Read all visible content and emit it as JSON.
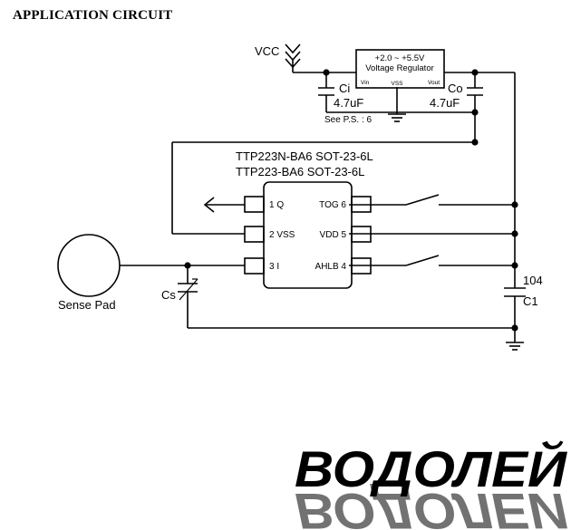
{
  "heading": "APPLICATION CIRCUIT",
  "vcc_label": "VCC",
  "regulator": {
    "range": "+2.0 ~ +5.5V",
    "name": "Voltage Regulator",
    "vin": "Vin",
    "vout": "Vout",
    "vss": "VSS"
  },
  "ci": {
    "name": "Ci",
    "value": "4.7uF"
  },
  "co": {
    "name": "Co",
    "value": "4.7uF"
  },
  "ps_note": "See P.S. : 6",
  "chip": {
    "title_line1": "TTP223N-BA6 SOT-23-6L",
    "title_line2": "TTP223-BA6 SOT-23-6L",
    "pins": [
      "1 Q",
      "2 VSS",
      "3 I",
      "TOG 6",
      "VDD 5",
      "AHLB 4"
    ]
  },
  "c1": {
    "value": "104",
    "name": "C1"
  },
  "cs_label": "Cs",
  "sense_pad_label": "Sense Pad",
  "watermark": "ВОДОЛЕЙ",
  "colors": {
    "watermark": "#3a6ec2",
    "watermark_reflection": "#b9cdea",
    "line": "#000000"
  }
}
